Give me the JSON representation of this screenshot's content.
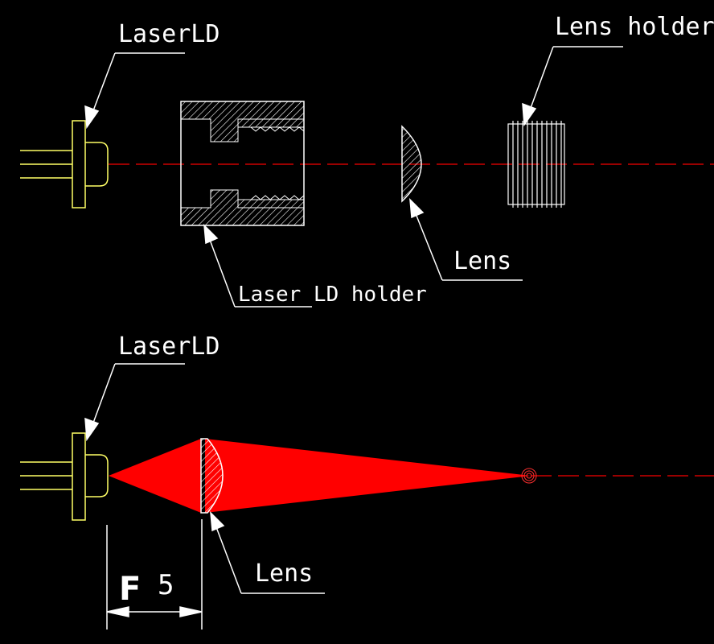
{
  "labels": {
    "top_laser": "LaserLD",
    "lens_holder": "Lens holder",
    "laser_ld_holder_1": "Laser LD",
    "laser_ld_holder_2": "holder",
    "top_lens": "Lens",
    "bottom_laser": "LaserLD",
    "bottom_lens": "Lens",
    "dimension_F": "F",
    "dimension_value": "5"
  },
  "colors": {
    "background": "#000000",
    "outline": "#ffffff",
    "diode": "#ffff66",
    "beam": "#ff0000",
    "axis": "#cc0000"
  }
}
